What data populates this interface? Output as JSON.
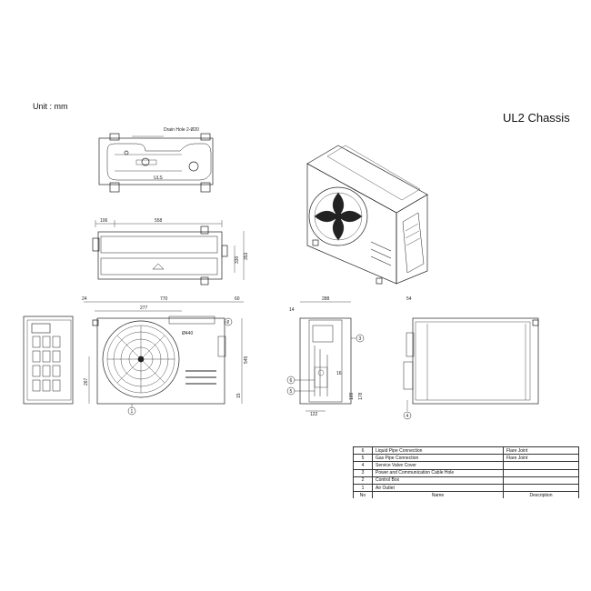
{
  "header": {
    "unit": "Unit : mm",
    "title": "UL2 Chassis"
  },
  "top_view": {
    "drain_label": "Drain Hole 2-Ø20",
    "brand": "ULS"
  },
  "plan_view": {
    "dims": [
      "106",
      "558",
      "330",
      "353"
    ]
  },
  "front_view": {
    "dims": [
      "24",
      "770",
      "60",
      "277",
      "Ø440",
      "267",
      "545",
      "15"
    ],
    "markers": [
      "2",
      "1"
    ]
  },
  "side_view": {
    "dims": [
      "14",
      "288",
      "122",
      "16",
      "109",
      "178"
    ],
    "markers": [
      "3",
      "6",
      "5"
    ]
  },
  "rear_view": {
    "dims": [
      "54"
    ],
    "markers": [
      "4"
    ]
  },
  "legend": {
    "rows": [
      {
        "no": "6",
        "name": "Liquid Pipe Connection",
        "desc": "Flare Joint"
      },
      {
        "no": "5",
        "name": "Gas Pipe Connection",
        "desc": "Flare Joint"
      },
      {
        "no": "4",
        "name": "Service Valve Cover",
        "desc": ""
      },
      {
        "no": "3",
        "name": "Power and Communication Cable Hole",
        "desc": ""
      },
      {
        "no": "2",
        "name": "Control Box",
        "desc": ""
      },
      {
        "no": "1",
        "name": "Air Outlet",
        "desc": ""
      }
    ],
    "header": {
      "no": "No",
      "name": "Name",
      "desc": "Description"
    }
  }
}
